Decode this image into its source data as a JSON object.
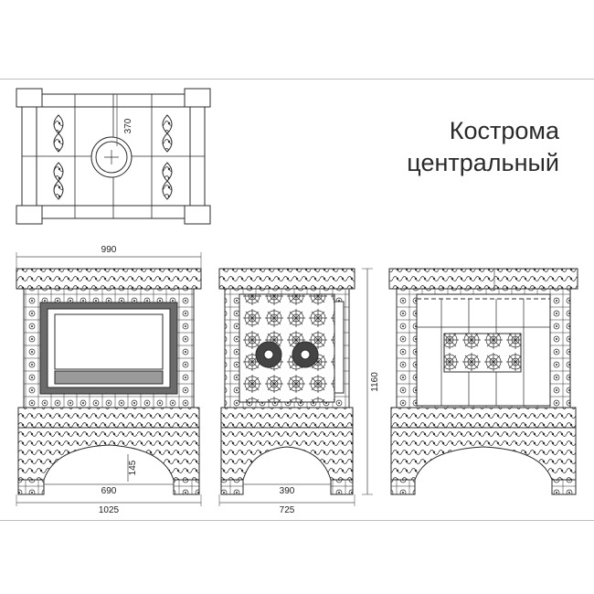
{
  "title": {
    "line1": "Кострома",
    "line2": "центральный"
  },
  "dimensions": {
    "top_depth": "370",
    "front_width": "990",
    "front_opening_width": "690",
    "front_leg_height": "145",
    "front_base_width": "1025",
    "side_inner_width": "390",
    "side_base_width": "725",
    "height": "1160"
  },
  "colors": {
    "line": "#2b2b2b",
    "dim_line": "#555555",
    "frame": "#bdbdbd",
    "glass": "#ffffff",
    "door_frame": "#6b6b6b"
  }
}
